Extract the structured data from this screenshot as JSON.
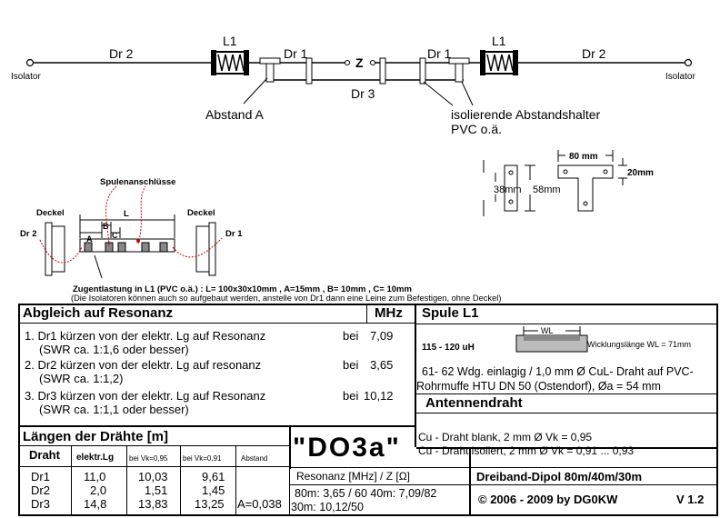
{
  "diagram": {
    "isolator_left": "Isolator",
    "isolator_right": "Isolator",
    "dr2_left": "Dr 2",
    "dr2_right": "Dr 2",
    "l1_left": "L1",
    "l1_right": "L1",
    "dr1_left": "Dr 1",
    "dr1_right": "Dr 1",
    "z": "Z",
    "dr3": "Dr 3",
    "abstand_a": "Abstand A",
    "spacer_note_1": "isolierende Abstandshalter",
    "spacer_note_2": "PVC o.ä.",
    "spulenanschluesse": "Spulenanschlüsse",
    "deckel_left": "Deckel",
    "deckel_right": "Deckel",
    "coil_dr2": "Dr 2",
    "coil_dr1": "Dr 1",
    "dim_L": "L",
    "dim_A": "A",
    "dim_B": "B",
    "dim_C": "C",
    "dim_80": "80 mm",
    "dim_20": "20mm",
    "dim_38": "38mm",
    "dim_58": "58mm",
    "strain_relief": "Zugentlastung in L1 (PVC o.ä.) : L= 100x30x10mm , A=15mm , B= 10mm , C= 10mm",
    "isolator_note": "(Die Isolatoren können auch so aufgebaut werden, anstelle von Dr1 dann eine Leine zum Befestigen, ohne Deckel)"
  },
  "table": {
    "abgleich_title": "Abgleich auf Resonanz",
    "mhz": "MHz",
    "steps": [
      {
        "l1": "1. Dr1 kürzen von der elektr. Lg auf Resonanz",
        "l2": "(SWR ca. 1:1,6 oder besser)",
        "bei": "bei",
        "val": "7,09"
      },
      {
        "l1": "2. Dr2 kürzen von der elektr. Lg auf resonanz",
        "l2": "(SWR ca. 1:1,2)",
        "bei": "bei",
        "val": "3,65"
      },
      {
        "l1": "3. Dr3 kürzen von der elektr. Lg auf Resonanz",
        "l2": "(SWR ca. 1:1,1 oder besser)",
        "bei": "bei",
        "val": "10,12"
      }
    ],
    "spule_title": "Spule L1",
    "spule_uh": "115 - 120 uH",
    "wl_label": "WL",
    "wickel_label": "Wicklungslänge WL = 71mm",
    "spule_line1": "61- 62  Wdg. einlagig / 1,0 mm Ø CuL- Draht auf PVC-",
    "spule_line2": "Rohrmuffe HTU DN 50 (Ostendorf), Øa = 54 mm",
    "antenne_title": "Antennendraht",
    "antenne_line1": "Cu - Draht blank, 2 mm Ø  Vk = 0,95",
    "antenne_line2": "Cu - Draht isoliert, 2 mm Ø Vk = 0,91 ... 0,93",
    "laengen_title": "Längen der Drähte [m]",
    "col_headers": [
      "Draht",
      "elektr.Lg",
      "bei Vk=0,95",
      "bei Vk=0,91",
      "Abstand"
    ],
    "rows": [
      [
        "Dr1",
        "11,0",
        "10,03",
        "9,61",
        ""
      ],
      [
        "Dr2",
        "2,0",
        "1,51",
        "1,45",
        ""
      ],
      [
        "Dr3",
        "14,8",
        "13,83",
        "13,25",
        "A=0,038"
      ]
    ],
    "title_do3a": "\"DO3a\"",
    "resonanz_label": "Resonanz  [MHz] / Z [Ω]",
    "resonanz_line1": "80m: 3,65 / 60   40m: 7,09/82",
    "resonanz_line2": "30m: 10,12/50",
    "dreiband": "Dreiband-Dipol     80m/40m/30m",
    "copyright": "© 2006 - 2009 by DG0KW",
    "version": "V 1.2"
  }
}
